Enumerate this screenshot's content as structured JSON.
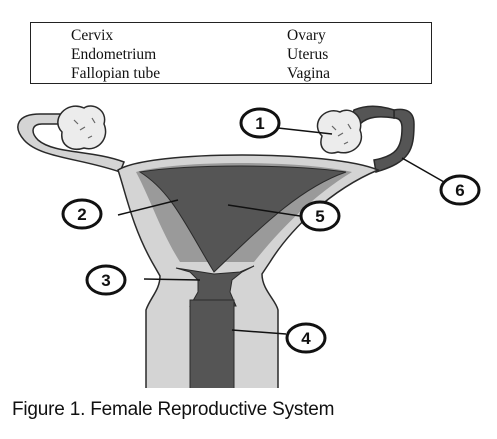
{
  "term_bank": {
    "left_column": [
      "Cervix",
      "Endometrium",
      "Fallopian tube"
    ],
    "right_column": [
      "Ovary",
      "Uterus",
      "Vagina"
    ]
  },
  "callouts": [
    "1",
    "2",
    "3",
    "4",
    "5",
    "6"
  ],
  "caption": "Figure 1. Female Reproductive System",
  "colors": {
    "dark_tissue": "#555555",
    "light_tissue": "#d4d4d4",
    "mid_tissue": "#9a9a9a",
    "outline": "#2a2a2a"
  }
}
